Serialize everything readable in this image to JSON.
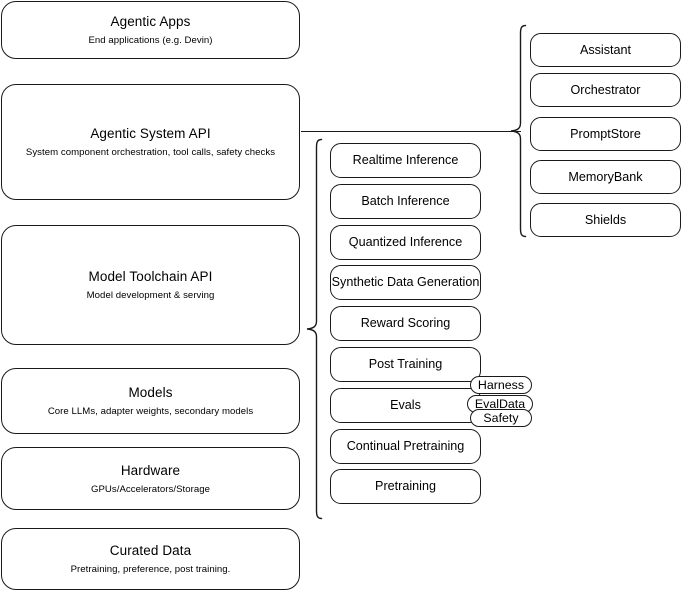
{
  "diagram": {
    "title": "Agentic AI stack layered architecture",
    "stroke_color": "#1a1a1a",
    "background_color": "#ffffff"
  },
  "stack_layers": [
    {
      "name": "agentic-apps",
      "title": "Agentic Apps",
      "subtitle": "End applications (e.g. Devin)"
    },
    {
      "name": "agentic-system-api",
      "title": "Agentic System API",
      "subtitle": "System component orchestration, tool calls, safety checks"
    },
    {
      "name": "model-toolchain-api",
      "title": "Model Toolchain API",
      "subtitle": "Model development & serving"
    },
    {
      "name": "models",
      "title": "Models",
      "subtitle": "Core LLMs, adapter weights, secondary models"
    },
    {
      "name": "hardware",
      "title": "Hardware",
      "subtitle": "GPUs/Accelerators/Storage"
    },
    {
      "name": "curated-data",
      "title": "Curated Data",
      "subtitle": "Pretraining, preference, post training."
    }
  ],
  "toolchain_capabilities": [
    {
      "name": "realtime-inference",
      "label": "Realtime Inference"
    },
    {
      "name": "batch-inference",
      "label": "Batch Inference"
    },
    {
      "name": "quantized-inference",
      "label": "Quantized Inference"
    },
    {
      "name": "synthetic-data-generation",
      "label": "Synthetic Data Generation"
    },
    {
      "name": "reward-scoring",
      "label": "Reward Scoring"
    },
    {
      "name": "post-training",
      "label": "Post Training"
    },
    {
      "name": "evals",
      "label": "Evals"
    },
    {
      "name": "continual-pretraining",
      "label": "Continual Pretraining"
    },
    {
      "name": "pretraining",
      "label": "Pretraining"
    }
  ],
  "evals_badges": [
    {
      "name": "harness",
      "label": "Harness"
    },
    {
      "name": "evaldata",
      "label": "EvalData"
    },
    {
      "name": "safety",
      "label": "Safety"
    }
  ],
  "system_components": [
    {
      "name": "assistant",
      "label": "Assistant"
    },
    {
      "name": "orchestrator",
      "label": "Orchestrator"
    },
    {
      "name": "promptstore",
      "label": "PromptStore"
    },
    {
      "name": "memorybank",
      "label": "MemoryBank"
    },
    {
      "name": "shields",
      "label": "Shields"
    }
  ]
}
